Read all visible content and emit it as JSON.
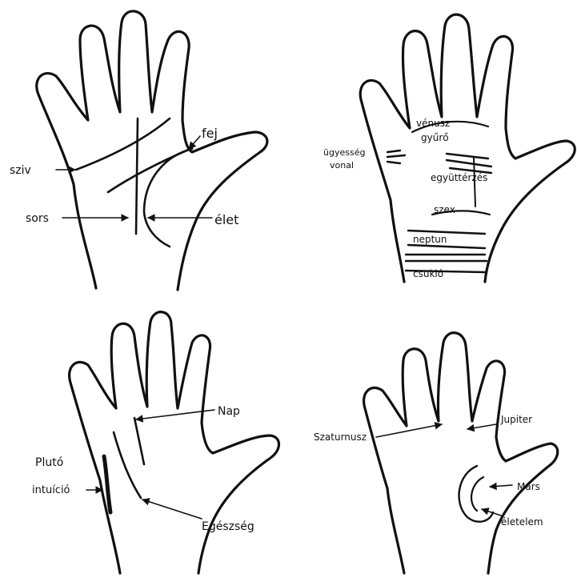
{
  "colors": {
    "ink": "#111111",
    "paper": "#ffffff"
  },
  "panel_1": {
    "labels": {
      "sziv": "sziv",
      "sors": "sors",
      "fej": "fej",
      "elet": "élet"
    }
  },
  "panel_2": {
    "labels": {
      "venusz_ov": "vénusz",
      "gyuro": "gyűrő",
      "ugyesseg": "ügyesség",
      "vonal": "vonal",
      "egyuttersezes": "együttérzés",
      "szex": "szex",
      "neptun": "neptun",
      "csukldo": "csukló"
    }
  },
  "panel_3": {
    "labels": {
      "nap": "Nap",
      "pluto": "Plutó",
      "intuicio": "intuíció",
      "egeszseg": "Egészség"
    }
  },
  "panel_4": {
    "labels": {
      "szaturnusz": "Szaturnusz",
      "jupiter": "Jupiter",
      "mars": "Mars",
      "eletelem": "életelem"
    }
  }
}
